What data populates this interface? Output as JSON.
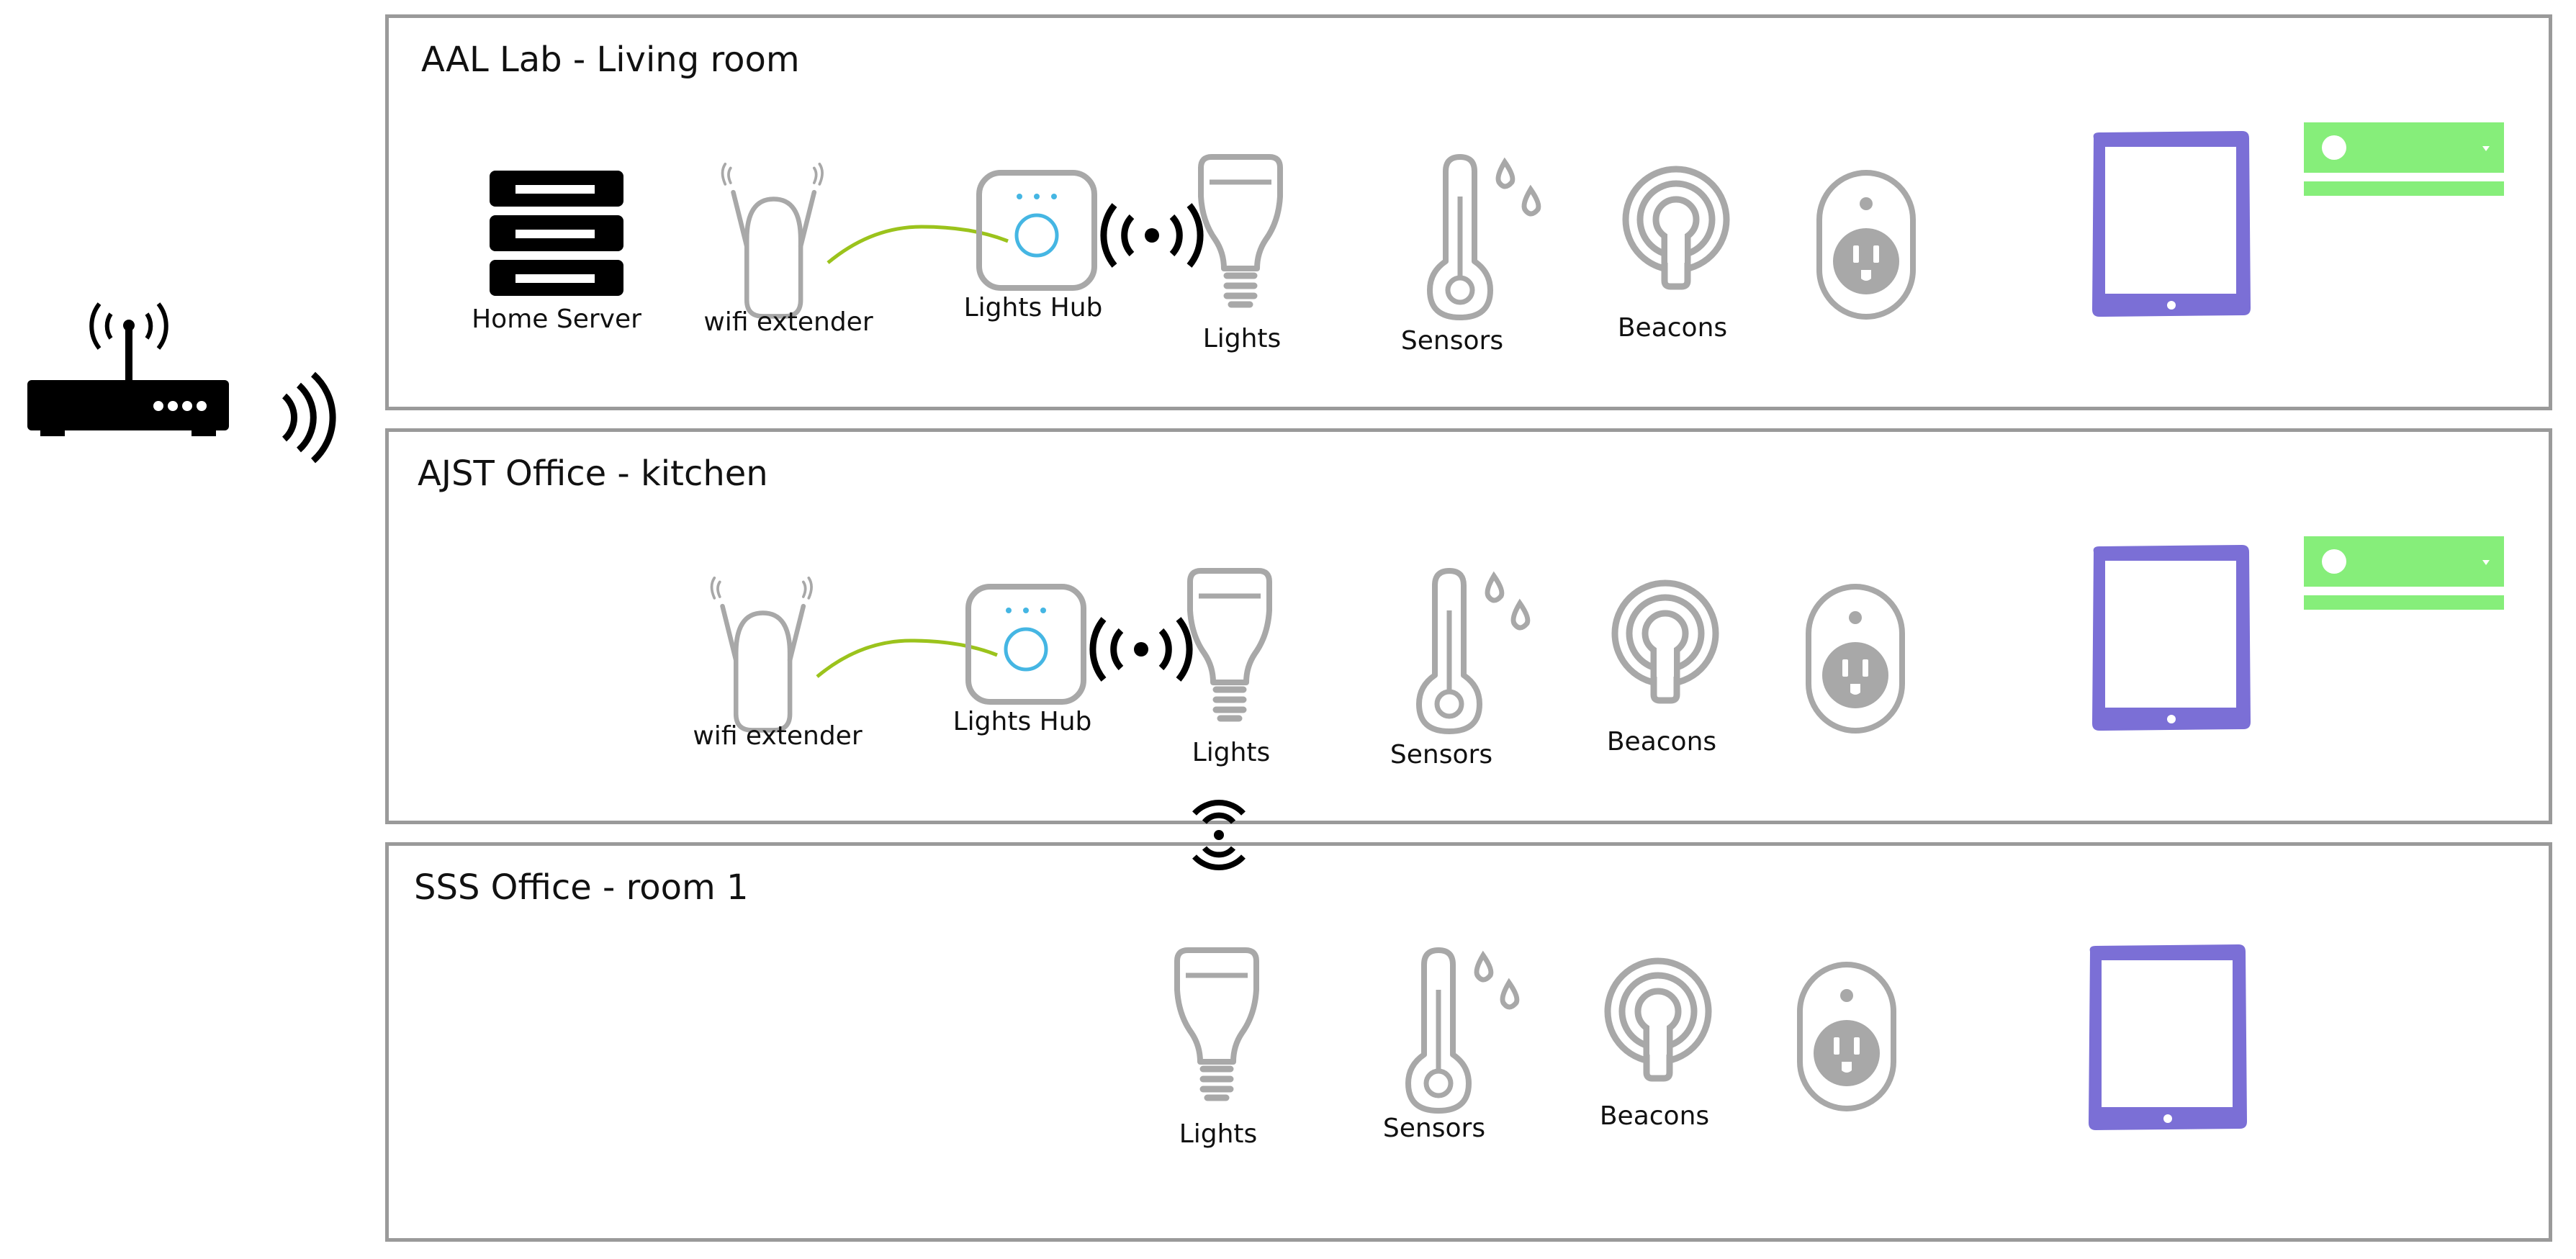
{
  "rooms": [
    {
      "id": "aal",
      "title": "AAL Lab - Living room",
      "labels": {
        "server": "Home Server",
        "extender": "wifi extender",
        "hub": "Lights Hub",
        "lights": "Lights",
        "sensors": "Sensors",
        "beacons": "Beacons"
      }
    },
    {
      "id": "ajst",
      "title": "AJST Office - kitchen",
      "labels": {
        "extender": "wifi extender",
        "hub": "Lights Hub",
        "lights": "Lights",
        "sensors": "Sensors",
        "beacons": "Beacons"
      }
    },
    {
      "id": "sss",
      "title": "SSS Office - room 1",
      "labels": {
        "lights": "Lights",
        "sensors": "Sensors",
        "beacons": "Beacons"
      }
    }
  ],
  "colors": {
    "device_gray": "#a8a8a8",
    "hub_accent": "#45b6e3",
    "cable": "#9bc31c",
    "tablet": "#7b6fd6",
    "bar": "#86ee7a",
    "icon_black": "#000000",
    "frame": "#9a9a9a"
  },
  "icons": [
    "router-icon",
    "wifi-waves-icon",
    "server-icon",
    "wifi-extender-icon",
    "lights-hub-icon",
    "light-bulb-icon",
    "thermometer-icon",
    "beacon-icon",
    "smart-plug-icon",
    "tablet-icon",
    "status-bar-icon"
  ]
}
